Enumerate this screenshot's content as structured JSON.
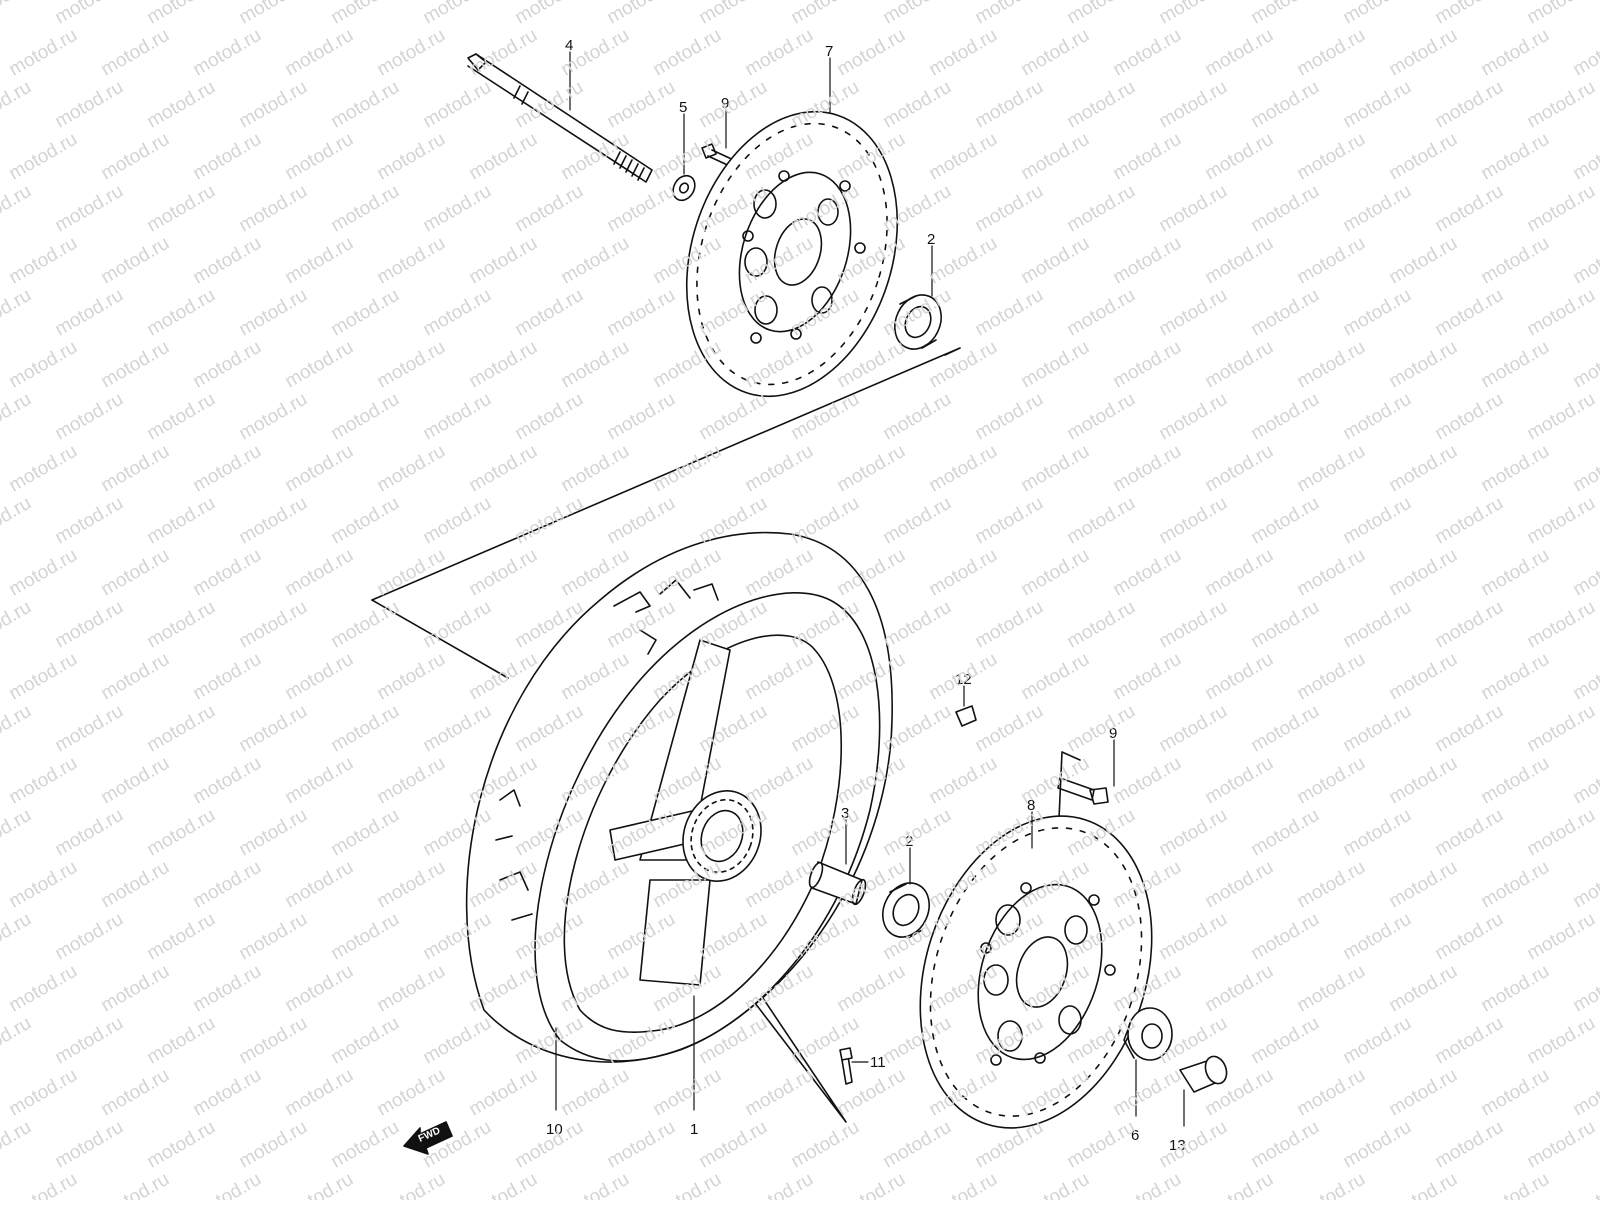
{
  "watermark": "motod.ru",
  "fwd_label": "FWD",
  "callouts": [
    {
      "id": "c4",
      "text": "4"
    },
    {
      "id": "c5",
      "text": "5"
    },
    {
      "id": "c9a",
      "text": "9"
    },
    {
      "id": "c7",
      "text": "7"
    },
    {
      "id": "c2a",
      "text": "2"
    },
    {
      "id": "c12",
      "text": "12"
    },
    {
      "id": "c9b",
      "text": "9"
    },
    {
      "id": "c3",
      "text": "3"
    },
    {
      "id": "c2b",
      "text": "2"
    },
    {
      "id": "c8",
      "text": "8"
    },
    {
      "id": "c11",
      "text": "11"
    },
    {
      "id": "c10",
      "text": "10"
    },
    {
      "id": "c1",
      "text": "1"
    },
    {
      "id": "c6",
      "text": "6"
    },
    {
      "id": "c13",
      "text": "13"
    }
  ]
}
